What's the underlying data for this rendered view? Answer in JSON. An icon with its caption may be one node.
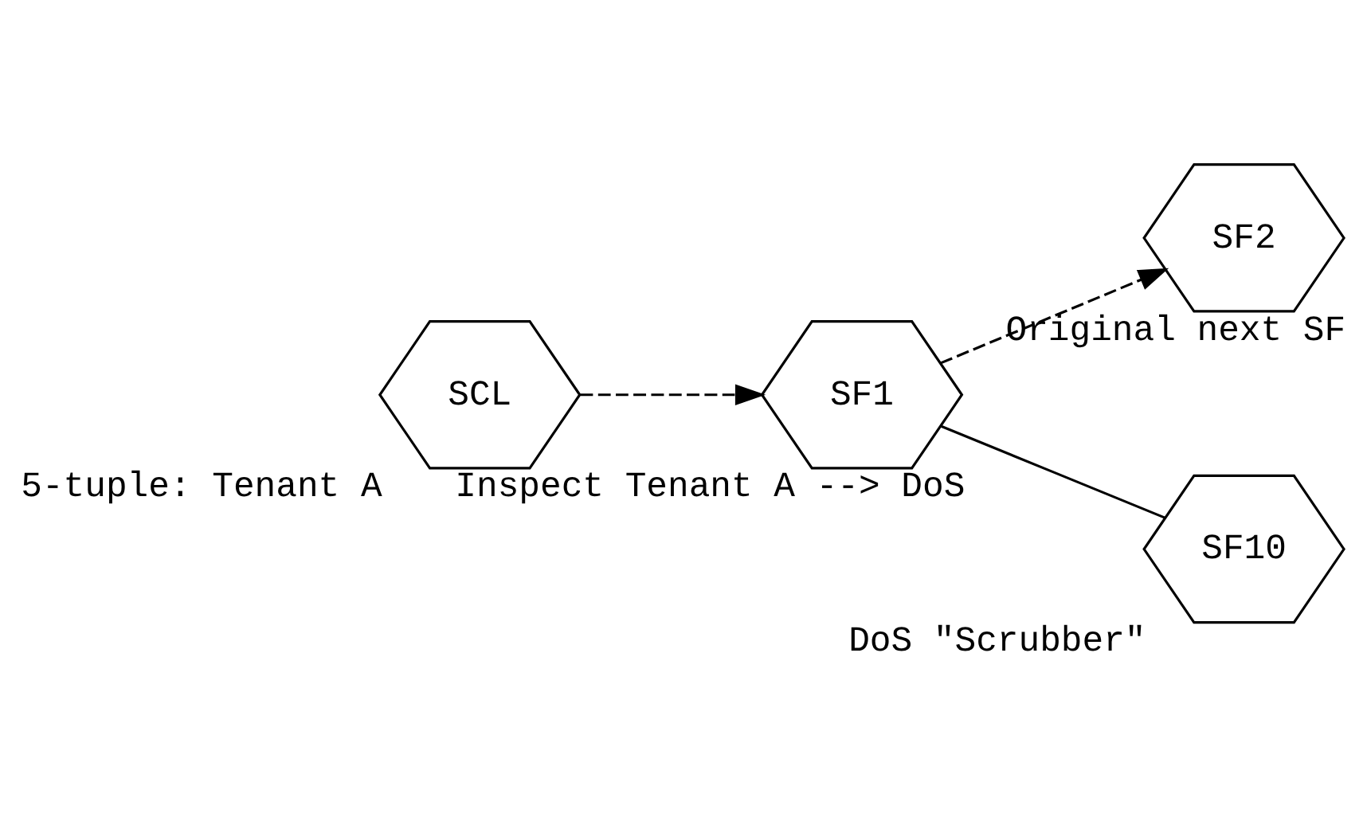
{
  "diagram": {
    "nodes": [
      {
        "text": [
          "SCL"
        ],
        "beside": [
          "5-tuple: Tenant A"
        ]
      },
      {
        "text": [
          "SF1"
        ],
        "beside": [
          "Inspect Tenant A --> DoS"
        ]
      },
      {
        "text": [
          "SF2"
        ],
        "beside": [
          "Original next SF"
        ]
      },
      {
        "text": [
          "SF10"
        ],
        "beside": [
          "DoS \"Scrubber\""
        ]
      }
    ],
    "edges": [
      {
        "from": 0,
        "to": 1,
        "arrow": "to",
        "style": "dashed"
      },
      {
        "from": 1,
        "to": 2,
        "arrow": "to",
        "style": "dashed"
      },
      {
        "from": 1,
        "to": 3,
        "arrow": "none"
      }
    ]
  }
}
